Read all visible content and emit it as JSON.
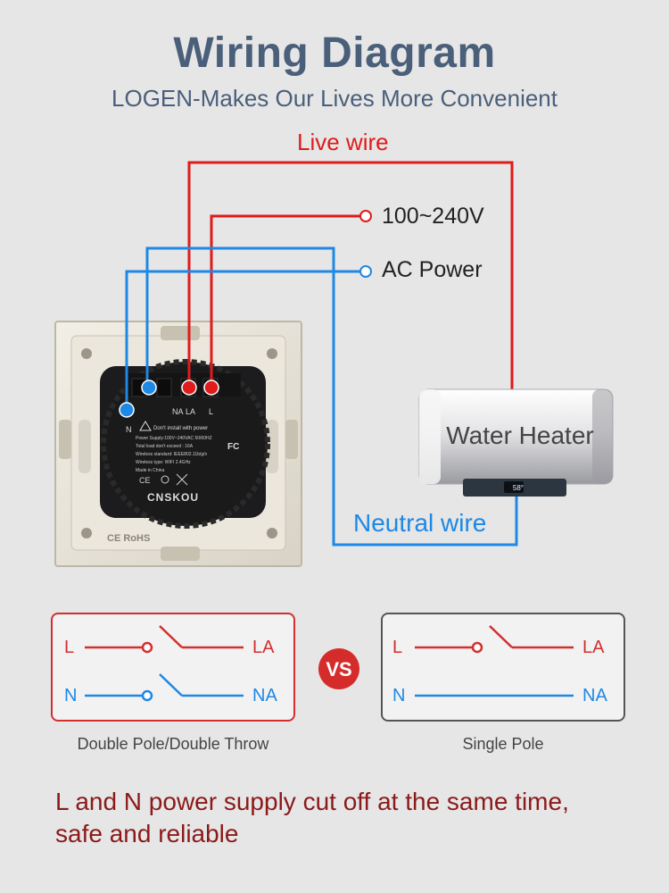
{
  "header": {
    "title": "Wiring Diagram",
    "subtitle": "LOGEN-Makes Our Lives More Convenient"
  },
  "wires": {
    "live_label": "Live wire",
    "voltage_label": "100~240V",
    "ac_label": "AC Power",
    "neutral_label": "Neutral wire"
  },
  "switch": {
    "terminals": {
      "n": "N",
      "na": "NA",
      "la": "LA",
      "l": "L"
    },
    "warning": "Don't install with power",
    "spec_lines": [
      "Power Supply:100V~240VAC 50/60HZ",
      "Total load don't exceed : 16A",
      "Wireless standard: IEEE802.11b/g/n",
      "Wireless type: WIFI 2.4GHz",
      "Made in China"
    ],
    "fc_mark": "FC",
    "brand": "CNSKOU",
    "frame_mark": "CE RoHS"
  },
  "heater": {
    "label": "Water Heater",
    "display": "58°"
  },
  "comparison": {
    "vs_label": "VS",
    "left": {
      "l": "L",
      "la": "LA",
      "n": "N",
      "na": "NA",
      "caption": "Double Pole/Double Throw"
    },
    "right": {
      "l": "L",
      "la": "LA",
      "n": "N",
      "na": "NA",
      "caption": "Single Pole"
    }
  },
  "footer": {
    "line1": "L and N power supply cut off at the same time,",
    "line2": "safe and reliable"
  },
  "colors": {
    "live": "#e01b1b",
    "neutral": "#1e88e5",
    "title": "#4a5f7a",
    "footer": "#8b1a1a"
  }
}
